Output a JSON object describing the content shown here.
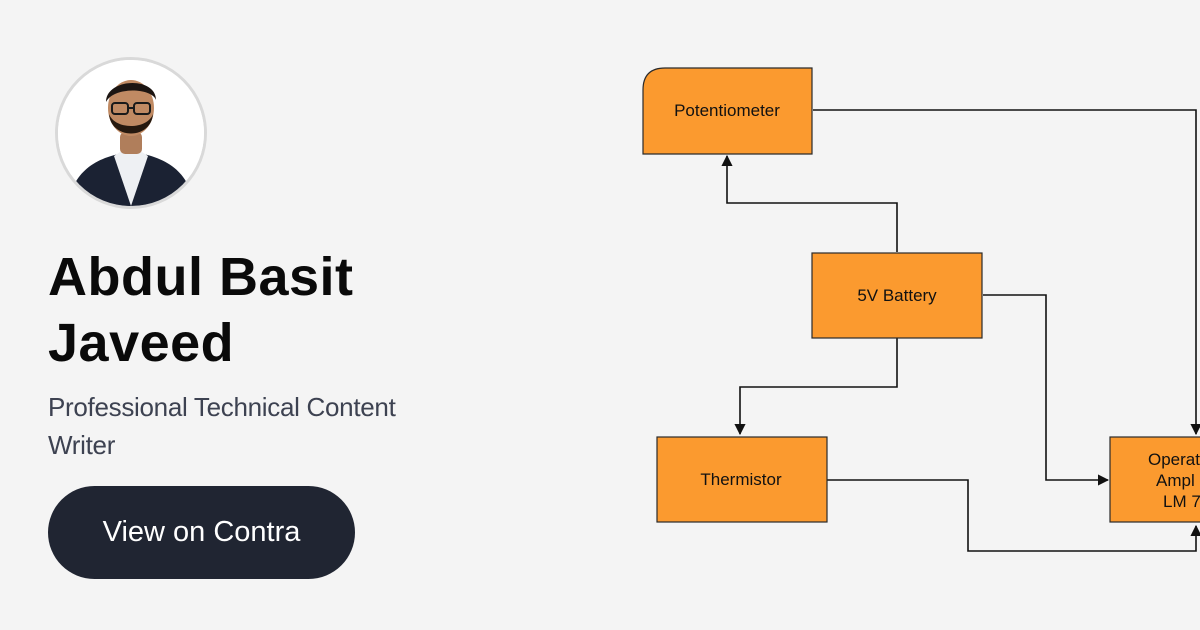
{
  "profile": {
    "name_line1": "Abdul Basit",
    "name_line2": "Javeed",
    "title_line1": "Professional Technical Content",
    "title_line2": "Writer",
    "cta_label": "View on Contra"
  },
  "diagram": {
    "nodes": {
      "potentiometer": "Potentiometer",
      "battery": "5V Battery",
      "thermistor": "Thermistor",
      "opamp_line1": "Operat",
      "opamp_line2": "Ampl",
      "opamp_line3": "LM 7"
    }
  },
  "colors": {
    "background": "#f4f4f4",
    "cta_background": "#202532",
    "node_fill": "#fb9a2f",
    "text_primary": "#0a0a0a",
    "text_secondary": "#3d4251"
  }
}
